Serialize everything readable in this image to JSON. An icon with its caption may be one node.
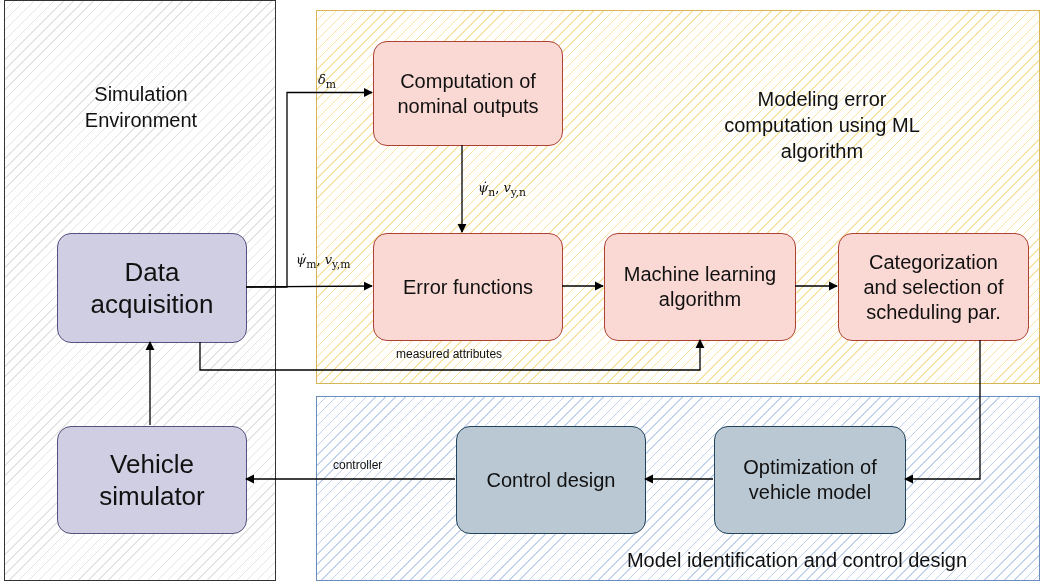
{
  "diagram": {
    "nodes": [
      {
        "text": [
          "Simulation Environment"
        ]
      },
      {
        "text": [
          "Data acquisition"
        ],
        "in": 0
      },
      {
        "text": [
          "Vehicle simulator"
        ],
        "in": 0
      },
      {
        "text": [
          "Modeling error computation using ML algorithm"
        ]
      },
      {
        "text": [
          "Computation of nominal outputs"
        ],
        "in": 3
      },
      {
        "text": [
          "Error functions"
        ],
        "in": 3
      },
      {
        "text": [
          "Machine learning algorithm"
        ],
        "in": 3
      },
      {
        "text": [
          "Categorization and selection of scheduling par."
        ],
        "in": 3
      },
      {
        "text": [
          "Model identification and control design"
        ]
      },
      {
        "text": [
          "Control design"
        ],
        "in": 8
      },
      {
        "text": [
          "Optimization of vehicle model"
        ],
        "in": 8
      }
    ],
    "edges": [
      {
        "from": 1,
        "to": 4,
        "arrow": "to",
        "label": "*δ*$_{m}$"
      },
      {
        "from": 4,
        "to": 5,
        "arrow": "to",
        "label": "*ψ̇*$_{n}$, *v*$_{y,n}$"
      },
      {
        "from": 1,
        "to": 5,
        "arrow": "to",
        "label": "*ψ̇*$_{m}$, *v*$_{y,m}$"
      },
      {
        "from": 5,
        "to": 6,
        "arrow": "to"
      },
      {
        "from": 6,
        "to": 7,
        "arrow": "to"
      },
      {
        "from": 1,
        "to": 6,
        "arrow": "to",
        "label": "measured attributes"
      },
      {
        "from": 7,
        "to": 10,
        "arrow": "to"
      },
      {
        "from": 10,
        "to": 9,
        "arrow": "to"
      },
      {
        "from": 9,
        "to": 2,
        "arrow": "to",
        "label": "controller"
      },
      {
        "from": 2,
        "to": 1,
        "arrow": "to"
      }
    ]
  }
}
